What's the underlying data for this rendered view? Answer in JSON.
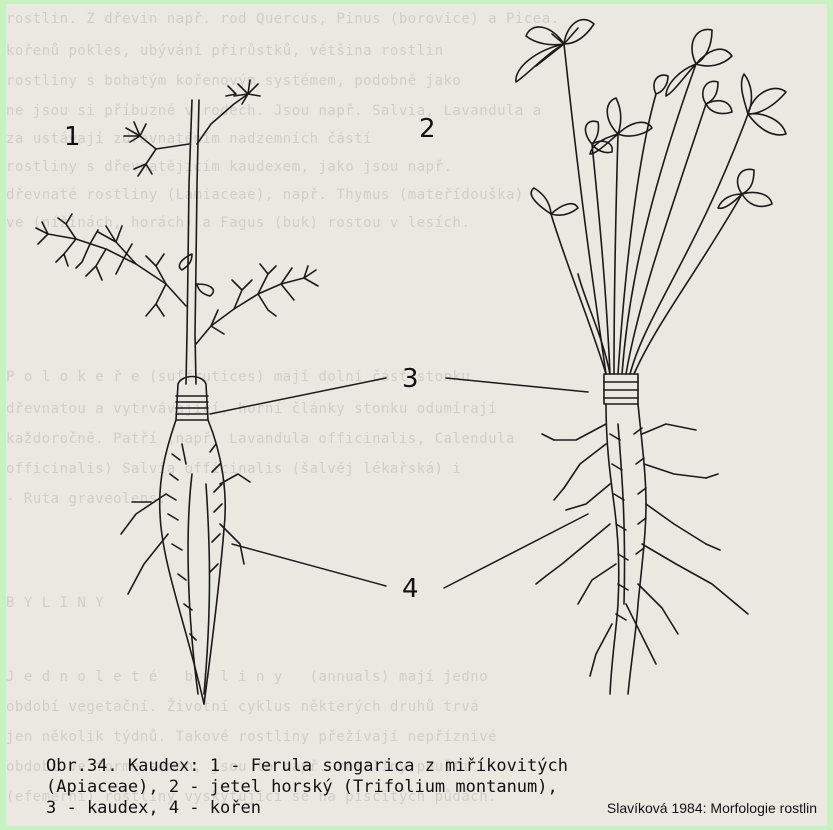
{
  "figure": {
    "label_1": "1",
    "label_2": "2",
    "label_3": "3",
    "label_4": "4"
  },
  "caption": {
    "line1": "Obr.34. Kaudex: 1 - Ferula songarica z miříkovitých",
    "line2": "(Apiaceae), 2 - jetel horský (Trifolium montanum),",
    "line3": "3 - kaudex, 4 - kořen"
  },
  "credit": "Slavíková 1984: Morfologie rostlin",
  "bleed_through": [
    "rostlin. Z dřevin např. rod Quercus, Pinus (borovice) a Picea.",
    "kořenů pokles, ubývání přirůstků, většina rostlin",
    "rostliny s bohatým kořenovým systémem, podobně jako",
    "ne jsou si příbuzné v rodech. Jsou např. Salvia, Lavandula a",
    "za ustávají zdřevnatěním nadzemních částí",
    "rostliny s dřevnatějícím kaudexem, jako jsou např.",
    "dřevnaté rostliny (Lamiaceae), např. Thymus (mateřídouška)",
    "ve (nížinách, horách) a Fagus (buk) rostou v lesích.",
    "P o l o k e ř e (suffrutices) mají dolní část stonku",
    "dřevnatou a vytrvávající, horní články stonku odumírají",
    "každoročně. Patří (např. Lavandula officinalis, Calendula",
    "officinalis) Salvia officinalis (šalvěj lékařská) i",
    "- Ruta graveolens.",
    "B Y L I N Y",
    "J e d n o l e t é   b y l i n y   (annuals) mají jedno",
    "období vegetační. Životní cyklus některých druhů trvá",
    "jen několik týdnů. Takové rostliny přežívají nepříznivé",
    "období ve formě semen, jsou to např. rostliny pouští",
    "(efemerní) rostliny vyskytující se na písčitých půdách."
  ]
}
